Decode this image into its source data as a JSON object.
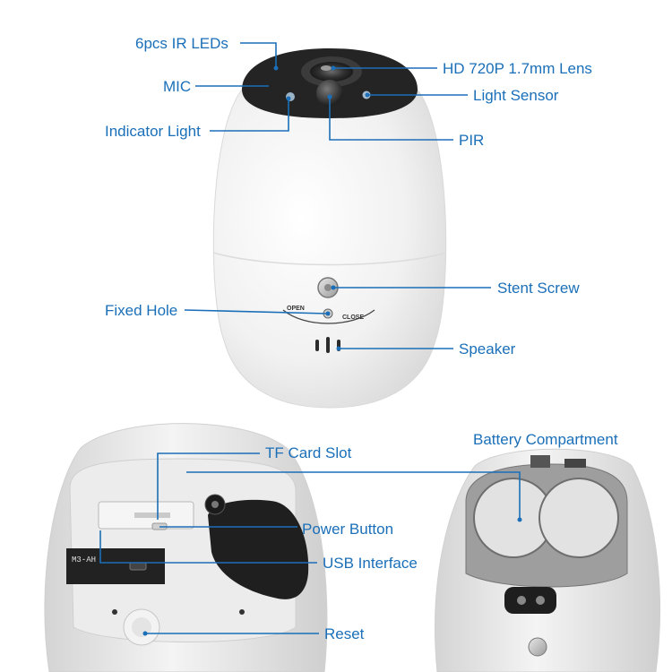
{
  "labels": {
    "ir_leds": "6pcs IR LEDs",
    "mic": "MIC",
    "indicator_light": "Indicator Light",
    "lens": "HD 720P 1.7mm Lens",
    "light_sensor": "Light Sensor",
    "pir": "PIR",
    "stent_screw": "Stent Screw",
    "fixed_hole": "Fixed Hole",
    "speaker": "Speaker",
    "tf_card_slot": "TF Card Slot",
    "power_button": "Power Button",
    "usb_interface": "USB Interface",
    "reset": "Reset",
    "battery_compartment": "Battery Compartment"
  },
  "device_markings": {
    "open": "OPEN",
    "close": "CLOSE",
    "model": "M3-AH"
  },
  "colors": {
    "label": "#1a6fb8",
    "device_body": "#f2f2f2",
    "device_face": "#2a2a2a"
  }
}
